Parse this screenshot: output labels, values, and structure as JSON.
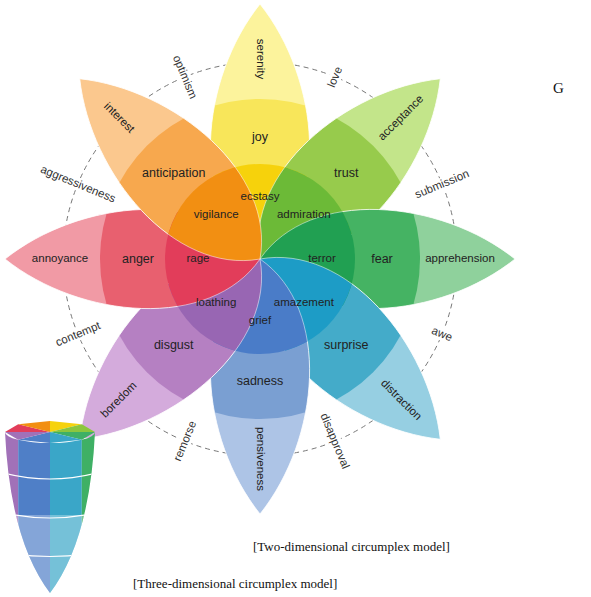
{
  "diagram": {
    "nodes": [
      {
        "text": [
          "serenity"
        ]
      },
      {
        "text": [
          "joy"
        ]
      },
      {
        "text": [
          "ecstasy"
        ]
      },
      {
        "text": [
          "acceptance"
        ]
      },
      {
        "text": [
          "trust"
        ]
      },
      {
        "text": [
          "admiration"
        ]
      },
      {
        "text": [
          "apprehension"
        ]
      },
      {
        "text": [
          "fear"
        ]
      },
      {
        "text": [
          "terror"
        ]
      },
      {
        "text": [
          "distraction"
        ]
      },
      {
        "text": [
          "surprise"
        ]
      },
      {
        "text": [
          "amazement"
        ]
      },
      {
        "text": [
          "pensiveness"
        ]
      },
      {
        "text": [
          "sadness"
        ]
      },
      {
        "text": [
          "grief"
        ]
      },
      {
        "text": [
          "boredom"
        ]
      },
      {
        "text": [
          "disgust"
        ]
      },
      {
        "text": [
          "loathing"
        ]
      },
      {
        "text": [
          "annoyance"
        ]
      },
      {
        "text": [
          "anger"
        ]
      },
      {
        "text": [
          "rage"
        ]
      },
      {
        "text": [
          "interest"
        ]
      },
      {
        "text": [
          "anticipation"
        ]
      },
      {
        "text": [
          "vigilance"
        ]
      }
    ],
    "labels": [
      "love",
      "submission",
      "awe",
      "disapproval",
      "remorse",
      "contempt",
      "aggressiveness",
      "optimism",
      "G",
      "[Two-dimensional circumplex model]",
      "[Three-dimensional circumplex model]"
    ]
  }
}
